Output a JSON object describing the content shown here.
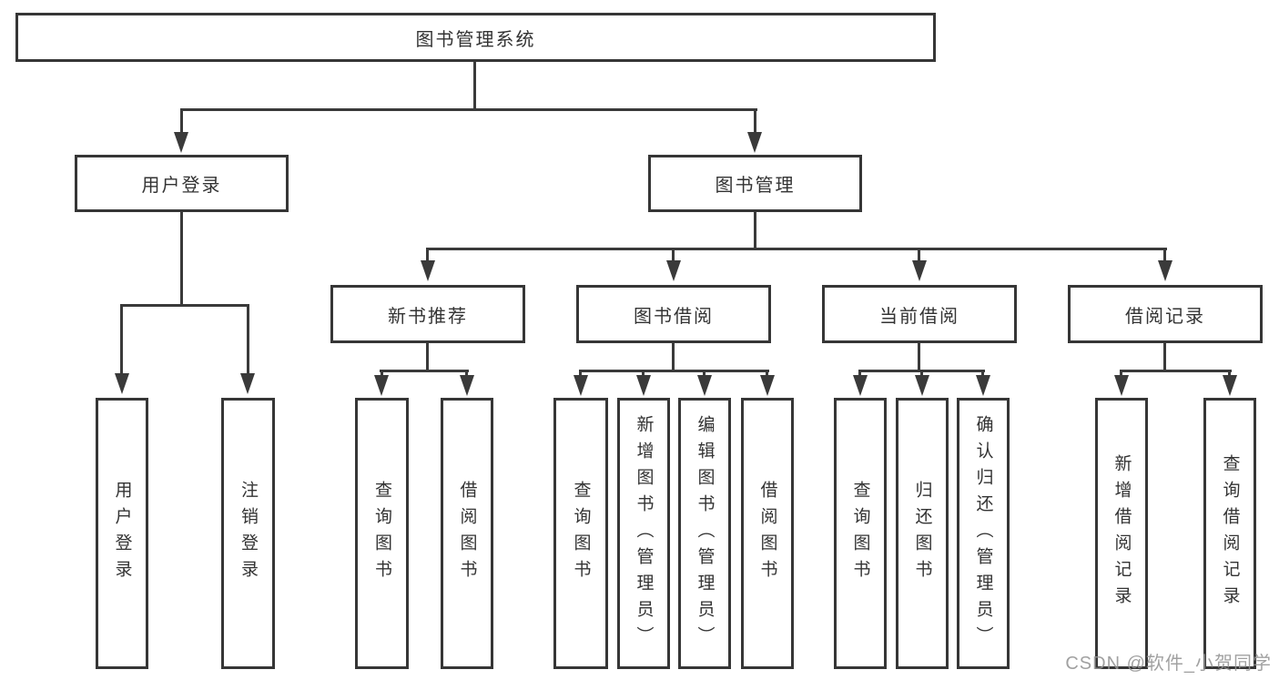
{
  "tree": {
    "root": {
      "label": "图书管理系统"
    },
    "branches": [
      {
        "label": "用户登录",
        "children": [
          {
            "label": "用户登录"
          },
          {
            "label": "注销登录"
          }
        ]
      },
      {
        "label": "图书管理",
        "children": [
          {
            "label": "新书推荐",
            "children": [
              {
                "label": "查询图书"
              },
              {
                "label": "借阅图书"
              }
            ]
          },
          {
            "label": "图书借阅",
            "children": [
              {
                "label": "查询图书"
              },
              {
                "label": "新增图书（管理员）"
              },
              {
                "label": "编辑图书（管理员）"
              },
              {
                "label": "借阅图书"
              }
            ]
          },
          {
            "label": "当前借阅",
            "children": [
              {
                "label": "查询图书"
              },
              {
                "label": "归还图书"
              },
              {
                "label": "确认归还（管理员）"
              }
            ]
          },
          {
            "label": "借阅记录",
            "children": [
              {
                "label": "新增借阅记录"
              },
              {
                "label": "查询借阅记录"
              }
            ]
          }
        ]
      }
    ]
  },
  "watermark": {
    "text": "CSDN @软件_小贺同学"
  },
  "colors": {
    "line": "#3a3a3a",
    "border": "#363636",
    "text": "#333333",
    "watermark": "#949494",
    "background": "#ffffff"
  }
}
